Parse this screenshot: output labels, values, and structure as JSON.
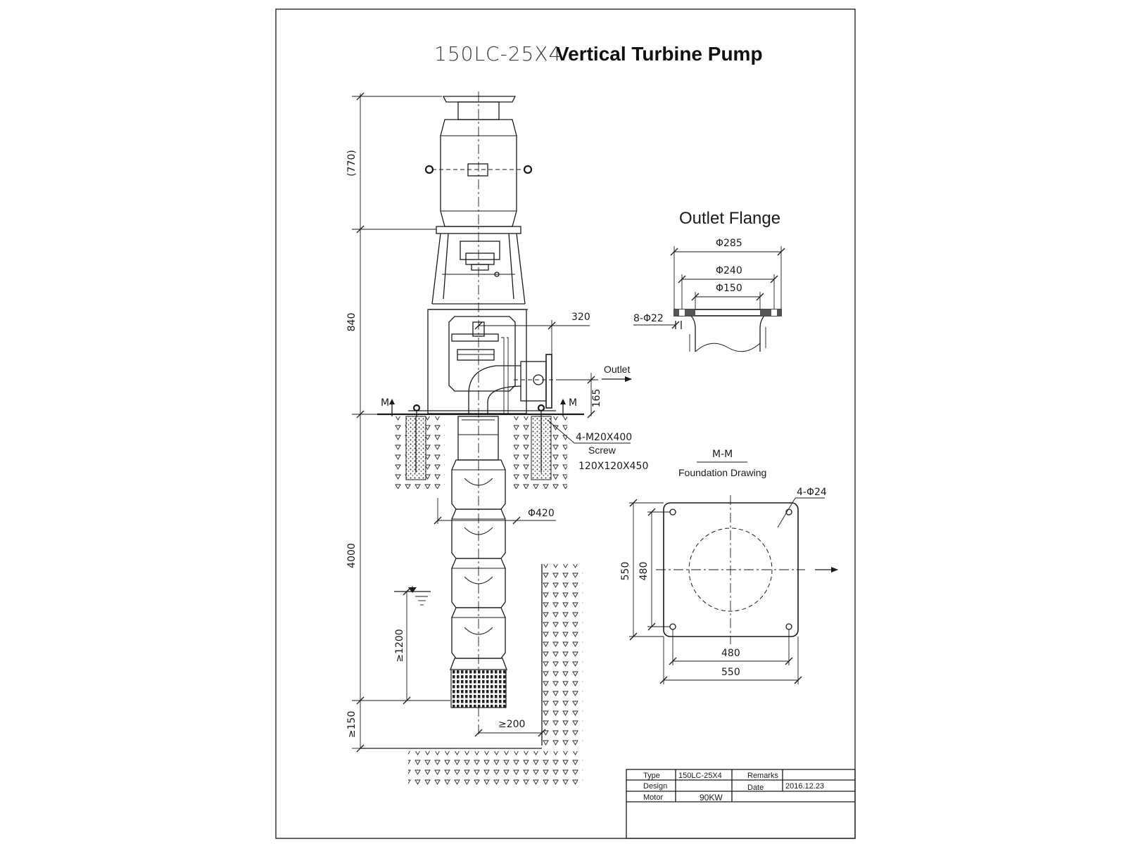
{
  "title": {
    "model": "150LC-25X4",
    "name": "Vertical Turbine Pump"
  },
  "dimensions": {
    "motor_height": "(770)",
    "base_height": "840",
    "column_length": "4000",
    "submergence": "≥1200",
    "bottom_clearance": "≥150",
    "wall_clearance": "≥200",
    "outlet_offset": "320",
    "outlet_height": "165",
    "column_diameter": "Φ420"
  },
  "labels": {
    "outlet": "Outlet",
    "section_mark_left": "M",
    "section_mark_right": "M",
    "bolts": "4-M20X400",
    "screw": "Screw",
    "pocket": "120X120X450"
  },
  "outlet_flange": {
    "heading": "Outlet Flange",
    "outer_diameter": "Φ285",
    "bolt_circle": "Φ240",
    "bore": "Φ150",
    "holes": "8-Φ22"
  },
  "foundation": {
    "section": "M-M",
    "heading": "Foundation Drawing",
    "holes": "4-Φ24",
    "outer_height": "550",
    "inner_height": "480",
    "inner_width": "480",
    "outer_width": "550"
  },
  "title_block": {
    "type_label": "Type",
    "type_value": "150LC-25X4",
    "remarks_label": "Remarks",
    "design_label": "Design",
    "date_label": "Date",
    "date_value": "2016.12.23",
    "motor_label": "Motor",
    "motor_value": "90KW"
  }
}
